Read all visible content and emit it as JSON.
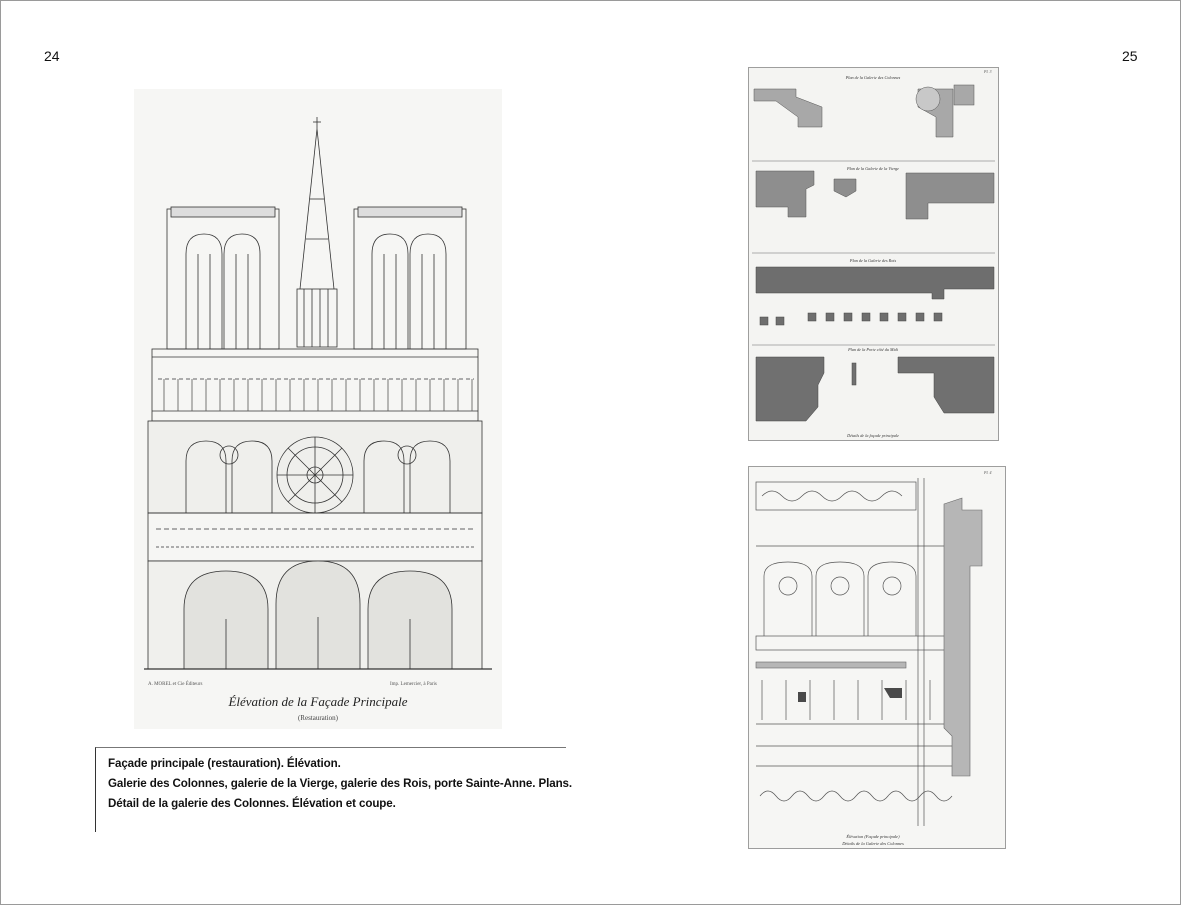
{
  "page_numbers": {
    "left": "24",
    "right": "25"
  },
  "plates": {
    "facade": {
      "title": "Élévation de la Façade Principale",
      "subtitle": "(Restauration)",
      "credit_left": "A. MOREL et Cie Éditeurs",
      "credit_right": "Imp. Lemercier, à Paris"
    },
    "plans": {
      "plate_number": "Pl. 3",
      "labels": [
        "Plan de la Galerie des Colonnes",
        "Plan de la Galerie de la Vierge",
        "Plan de la Galerie des Rois",
        "Plan de la Porte côté du Midi"
      ],
      "caption": "Détails de la façade principale"
    },
    "detail": {
      "plate_number": "Pl. 4",
      "caption_line1": "Élévation (Façade principale)",
      "caption_line2": "Détails de la Galerie des Colonnes"
    }
  },
  "caption": {
    "lines": [
      "Façade principale (restauration). Élévation.",
      "Galerie des Colonnes, galerie de la Vierge, galerie des Rois, porte Sainte-Anne. Plans.",
      "Détail de la galerie des Colonnes. Élévation et coupe."
    ]
  }
}
